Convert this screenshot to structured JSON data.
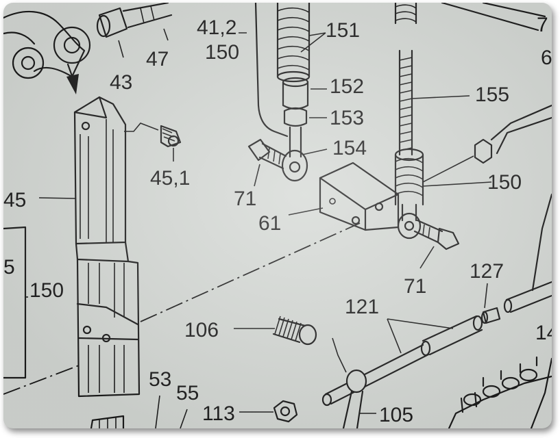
{
  "labels": {
    "l_7": "7",
    "l_6": "6",
    "l_41_2": "41,2",
    "l_150_top": "150",
    "l_151": "151",
    "l_47": "47",
    "l_43": "43",
    "l_152": "152",
    "l_155": "155",
    "l_153": "153",
    "l_154": "154",
    "l_45_1": "45,1",
    "l_45": "45",
    "l_71_left": "71",
    "l_150_right": "150",
    "l_61": "61",
    "l_5": "5",
    "l_150_left": "150",
    "l_71_right": "71",
    "l_127": "127",
    "l_121": "121",
    "l_106": "106",
    "l_14": "14",
    "l_53": "53",
    "l_55": "55",
    "l_113": "113",
    "l_105": "105"
  }
}
